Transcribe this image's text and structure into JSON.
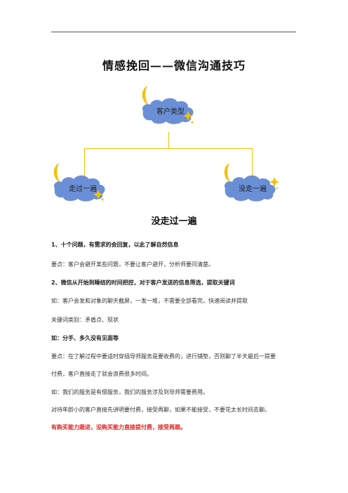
{
  "document": {
    "title": "情感挽回——微信沟通技巧",
    "subtitle": "没走过一遍"
  },
  "diagram": {
    "root": {
      "label": "客户类型"
    },
    "children": [
      {
        "label": "走过一遍"
      },
      {
        "label": "没走一遍"
      }
    ],
    "colors": {
      "cloud": "#6b8fd6",
      "moon": "#f2c200",
      "connector": "#f2c200"
    }
  },
  "paragraphs": [
    {
      "text": "1、十个问题，有需求的会回复，以此了解自然信息",
      "style": "bold"
    },
    {
      "text": "要点：客户会避开某些问题，不要让客户避开，分析师要问清楚。",
      "style": "normal"
    },
    {
      "text": "2、微信从开始到睡结的时间把控，对于客户发送的信息筛选，提取关键词",
      "style": "bold"
    },
    {
      "text": "如：客户会发和对象的聊天截屏，一发一堆，不需要全部看完，快速阅读并提取",
      "style": "normal"
    },
    {
      "text": "关键词类别：矛盾点、现状",
      "style": "normal"
    },
    {
      "text": "如：分手、多久没有见面等",
      "style": "bold"
    },
    {
      "text": "要点：在了解过程中要适时穿插导师服务是要收费的，进行铺垫，否则聊了半天最后一提要",
      "style": "normal"
    },
    {
      "text": "付费，客户直接走了就会浪费很多时间。",
      "style": "normal"
    },
    {
      "text": "如：我们的服务是有偿服务，我们的服务涉及到导师需要费用。",
      "style": "normal"
    },
    {
      "text": "对待年龄小的客户直接先讲明要付费，接受再聊，如果不能接受，不要花太长时间去聊。",
      "style": "normal"
    },
    {
      "text": "有购买能力跟进，没购买能力直接提付费，接受再跟。",
      "style": "red"
    }
  ]
}
